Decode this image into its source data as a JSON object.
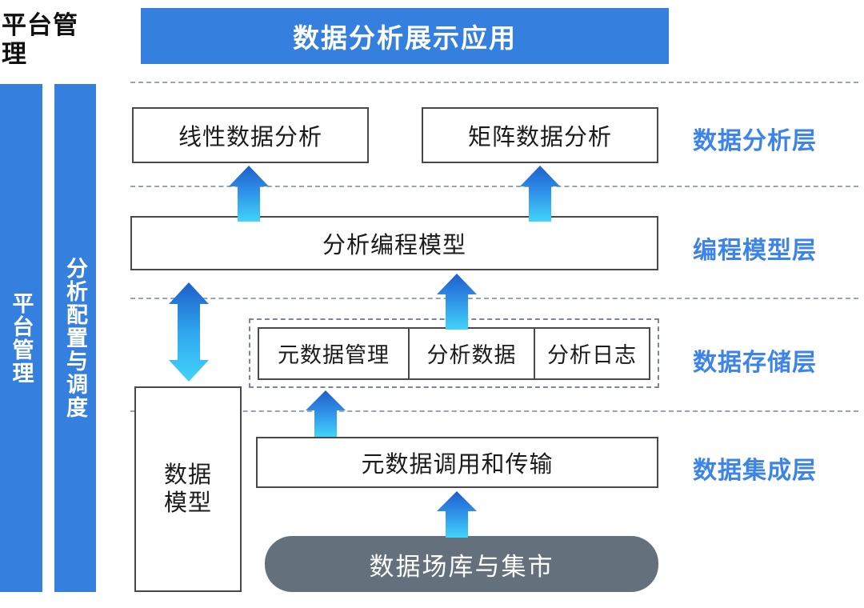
{
  "diagram": {
    "title": "数据分析展示应用",
    "platform_heading": "平台管理",
    "side_bars": [
      {
        "key": "platform",
        "label": "平台管理"
      },
      {
        "key": "schedule",
        "label": "分析配置与调度"
      }
    ],
    "layer_names": [
      "数据分析层",
      "编程模型层",
      "数据存储层",
      "数据集成层"
    ],
    "boxes": {
      "linear_analysis": "线性数据分析",
      "matrix_analysis": "矩阵数据分析",
      "programming_model": "分析编程模型",
      "data_model": {
        "line1": "数据",
        "line2": "模型"
      },
      "metadata_transfer": "元数据调用和传输",
      "data_warehouse": "数据场库与集市"
    },
    "storage_cells": [
      "元数据管理",
      "分析数据",
      "分析日志"
    ],
    "arrows": [
      {
        "name": "arrow-up-to-linear-analysis",
        "direction": "up"
      },
      {
        "name": "arrow-up-to-matrix-analysis",
        "direction": "up"
      },
      {
        "name": "arrow-up-to-programming-model",
        "direction": "up"
      },
      {
        "name": "arrow-bidirectional-data-model",
        "direction": "both"
      },
      {
        "name": "arrow-up-to-storage",
        "direction": "up"
      },
      {
        "name": "arrow-up-to-metadata-transfer",
        "direction": "up"
      }
    ],
    "colors": {
      "brand_blue": "#3580DF",
      "layer_label_blue": "#3C83EA",
      "arrow_gradient_top": "#1E5FC8",
      "arrow_gradient_bottom": "#3FCEF8",
      "warehouse_gray": "#64717C",
      "box_border": "#4C4746",
      "dashed_separator": "#9AA4B2"
    }
  }
}
